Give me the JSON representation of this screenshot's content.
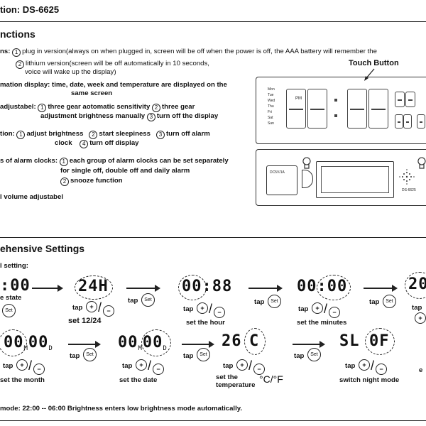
{
  "header": {
    "title": "tion: DS-6625"
  },
  "functions": {
    "heading": "nctions",
    "line1_label": "ns:",
    "line1_num": "1",
    "line1_text": "plug in version(always on when plugged in, screen will be off when the power is off, the AAA battery will remember the",
    "line2_num": "2",
    "line2_text": "lithium version(screen will be off automatically in 10 seconds,",
    "line2b_text": "voice will wake up the display)",
    "line3_text": "mation display: time, date, week and temperature are displayed on the",
    "line3b_text": "same screen",
    "line4_label": "adjustabel:",
    "line4_num1": "1",
    "line4_text1": "three gear aotomatic sensitivity",
    "line4_num2": "2",
    "line4_text2": "three gear",
    "line4b_text": "adjustment brightness manually",
    "line4b_num3": "3",
    "line4b_text3": "turn off the display",
    "line5_label": "tion:",
    "line5_num1": "1",
    "line5_text1": "adjust brightness",
    "line5_num2": "2",
    "line5_text2": "start sleepiness",
    "line5_num3": "3",
    "line5_text3": "turn off alarm",
    "line5b_text": "clock",
    "line5b_num4": "4",
    "line5b_text4": "turn off display",
    "line6_label": "s of alarm clocks:",
    "line6_num1": "1",
    "line6_text1": "each group of alarm clocks can be set separately",
    "line6b_text": "for single off, double off and daily alarm",
    "line6c_num2": "2",
    "line6c_text2": "snooze function",
    "line7_text": "l volume adjustabel"
  },
  "device": {
    "touch_button_label": "Touch Button",
    "days": [
      "Mon",
      "Tue",
      "Wed",
      "Thu",
      "Fri",
      "Sat",
      "Sun"
    ],
    "pm_label": "PM",
    "back_label": "DC5V/1A",
    "model_label": "DS-6625"
  },
  "settings": {
    "heading": "ehensive Settings",
    "subheading": "l setting:",
    "row1": {
      "display0": ":00",
      "display0_caption": "e state",
      "display1": "24H",
      "caption1": "set 12/24",
      "display2": "00:88",
      "caption2": "set the hour",
      "display3": "00:00",
      "caption3": "set the minutes",
      "display4": "20"
    },
    "row2": {
      "display1a": "00",
      "display1_m": "M",
      "display1b": "00",
      "display1_d": "D",
      "caption1": "set the month",
      "display2a": "00",
      "display2_m": "M",
      "display2b": "00",
      "display2_d": "D",
      "caption2": "set the date",
      "display3": "26",
      "display3_unit": "C",
      "caption3a": "set the",
      "caption3b": "temperature",
      "caption3_unit": "°C/°F",
      "display4": "SL",
      "display4b": "0F",
      "caption4": "switch night mode",
      "edge_text": "e"
    },
    "tap_label": "tap",
    "plus_symbol": "+",
    "minus_symbol": "−",
    "set_symbol": "Set"
  },
  "footer": {
    "text": "mode: 22:00 -- 06:00  Brightness enters low brightness mode automatically."
  }
}
